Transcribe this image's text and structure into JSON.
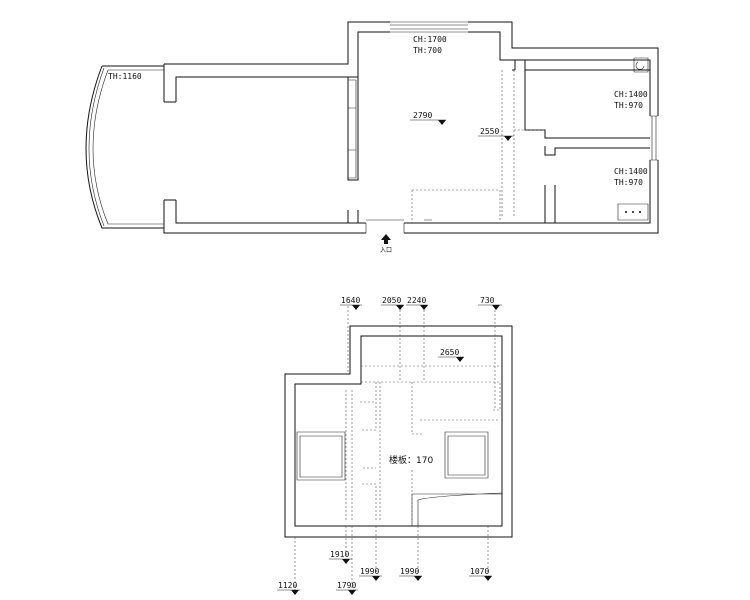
{
  "upper_plan": {
    "labels": {
      "balcony": "TH:1160",
      "center_ch": "CH:1700",
      "center_th": "TH:700",
      "room1_ch": "CH:1400",
      "room1_th": "TH:970",
      "room2_ch": "CH:1400",
      "room2_th": "TH:970"
    },
    "elevations": {
      "main": "2790",
      "corridor": "2550"
    },
    "entrance": "入口"
  },
  "lower_plan": {
    "elevations_top": [
      "1640",
      "2050",
      "2240",
      "730"
    ],
    "room": "2650",
    "floor_label": "楼板：170",
    "elevations_bottom_row1": [
      "1910"
    ],
    "elevations_bottom_row2": [
      "1990",
      "1990",
      "1070"
    ],
    "elevations_bottom_row3": [
      "1120",
      "1790"
    ]
  }
}
